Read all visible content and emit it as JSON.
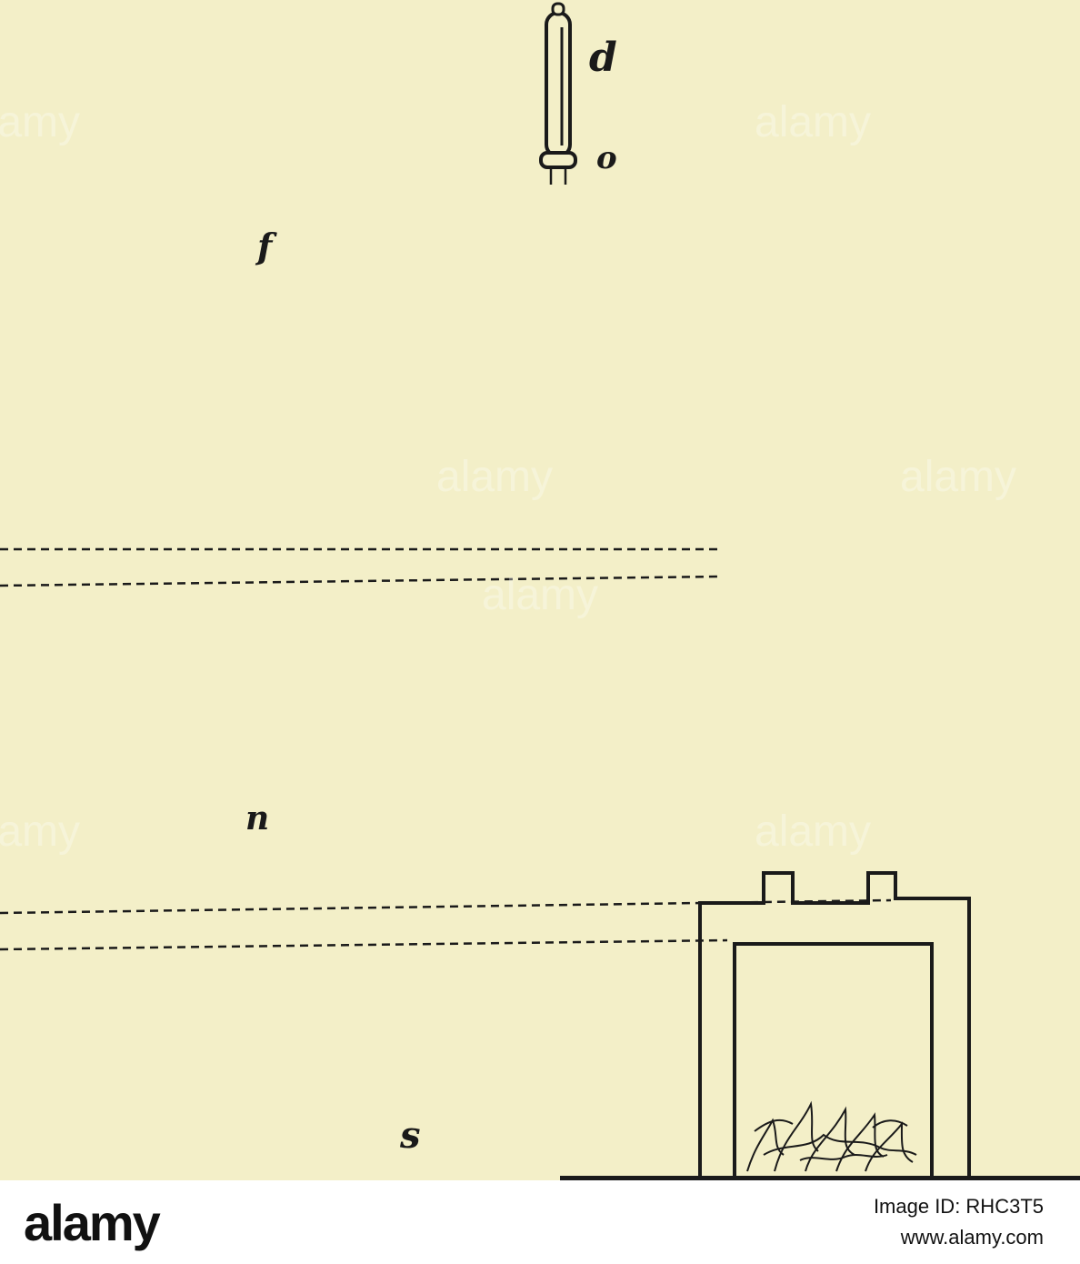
{
  "diagram": {
    "labels": {
      "d": "d",
      "o": "o",
      "f": "f",
      "n": "n",
      "s": "s"
    },
    "colors": {
      "paper": "#f3efc8",
      "ink": "#1a1a1a"
    }
  },
  "watermark": {
    "brand": "alamy",
    "image_id": "Image ID: RHC3T5",
    "url": "www.alamy.com"
  }
}
